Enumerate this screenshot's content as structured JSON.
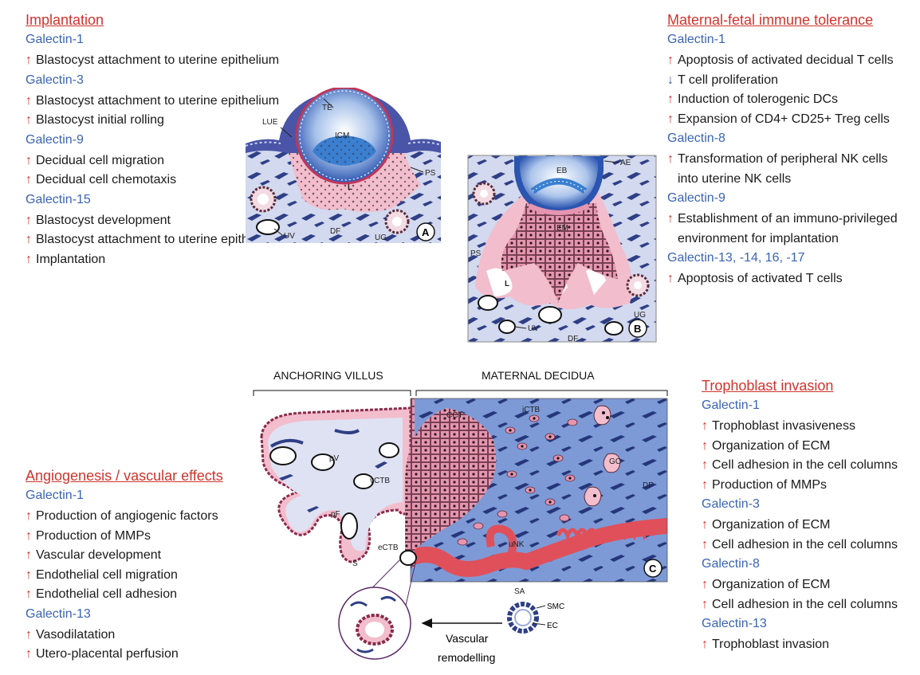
{
  "colors": {
    "title": "#d0342c",
    "galectin": "#3a64b4",
    "up_arrow": "#d0342c",
    "down_arrow": "#2f5dab",
    "tissue_blue": "#ced6ee",
    "decidua_blue": "#7d9ad6",
    "trophoblast_pink": "#e7a3b9",
    "artery_red": "#e0505a"
  },
  "implantation": {
    "title": "Implantation",
    "groups": [
      {
        "name": "Galectin-1",
        "items": [
          {
            "dir": "up",
            "text": "Blastocyst attachment to uterine epithelium"
          }
        ]
      },
      {
        "name": "Galectin-3",
        "items": [
          {
            "dir": "up",
            "text": "Blastocyst attachment to uterine epithelium"
          },
          {
            "dir": "up",
            "text": "Blastocyst initial rolling"
          }
        ]
      },
      {
        "name": "Galectin-9",
        "items": [
          {
            "dir": "up",
            "text": "Decidual cell migration"
          },
          {
            "dir": "up",
            "text": "Decidual cell chemotaxis"
          }
        ]
      },
      {
        "name": "Galectin-15",
        "items": [
          {
            "dir": "up",
            "text": "Blastocyst development"
          },
          {
            "dir": "up",
            "text": "Blastocyst attachment to uterine epithelium"
          },
          {
            "dir": "up",
            "text": "Implantation"
          }
        ]
      }
    ]
  },
  "tolerance": {
    "title": "Maternal-fetal immune tolerance",
    "groups": [
      {
        "name": "Galectin-1",
        "items": [
          {
            "dir": "up",
            "text": "Apoptosis of activated decidual T cells"
          },
          {
            "dir": "down",
            "text": "T cell proliferation"
          },
          {
            "dir": "up",
            "text": "Induction of tolerogenic DCs"
          },
          {
            "dir": "up",
            "text": "Expansion of CD4+ CD25+ Treg cells"
          }
        ]
      },
      {
        "name": "Galectin-8",
        "items": [
          {
            "dir": "up",
            "text": "Transformation of peripheral NK cells",
            "cont": "into uterine NK cells"
          }
        ]
      },
      {
        "name": "Galectin-9",
        "items": [
          {
            "dir": "up",
            "text": "Establishment of an immuno-privileged",
            "cont": "environment for implantation"
          }
        ]
      },
      {
        "name": "Galectin-13, -14, 16, -17",
        "items": [
          {
            "dir": "up",
            "text": "Apoptosis of activated T cells"
          }
        ]
      }
    ]
  },
  "angiogenesis": {
    "title": "Angiogenesis / vascular effects",
    "groups": [
      {
        "name": "Galectin-1",
        "items": [
          {
            "dir": "up",
            "text": "Production of angiogenic factors"
          },
          {
            "dir": "up",
            "text": "Production of MMPs"
          },
          {
            "dir": "up",
            "text": "Vascular development"
          },
          {
            "dir": "up",
            "text": "Endothelial cell migration"
          },
          {
            "dir": "up",
            "text": "Endothelial cell adhesion"
          }
        ]
      },
      {
        "name": "Galectin-13",
        "items": [
          {
            "dir": "up",
            "text": "Vasodilatation"
          },
          {
            "dir": "up",
            "text": "Utero-placental perfusion"
          }
        ]
      }
    ]
  },
  "trophoblast": {
    "title": "Trophoblast invasion",
    "groups": [
      {
        "name": "Galectin-1",
        "items": [
          {
            "dir": "up",
            "text": "Trophoblast invasiveness"
          },
          {
            "dir": "up",
            "text": "Organization of ECM"
          },
          {
            "dir": "up",
            "text": "Cell adhesion in the cell columns"
          },
          {
            "dir": "up",
            "text": "Production of MMPs"
          }
        ]
      },
      {
        "name": "Galectin-3",
        "items": [
          {
            "dir": "up",
            "text": "Organization of ECM"
          },
          {
            "dir": "up",
            "text": "Cell adhesion in the cell columns"
          }
        ]
      },
      {
        "name": "Galectin-8",
        "items": [
          {
            "dir": "up",
            "text": "Organization of ECM"
          },
          {
            "dir": "up",
            "text": "Cell adhesion in the cell columns"
          }
        ]
      },
      {
        "name": "Galectin-13",
        "items": [
          {
            "dir": "up",
            "text": "Trophoblast invasion"
          }
        ]
      }
    ]
  },
  "arrows": {
    "up": "↑",
    "down": "↓"
  },
  "diagram_a": {
    "badge": "A",
    "labels": {
      "lue": "LUE",
      "te": "TE",
      "icm": "ICM",
      "l": "L",
      "ps": "PS",
      "uv": "UV",
      "df": "DF",
      "ug": "UG"
    }
  },
  "diagram_b": {
    "badge": "B",
    "labels": {
      "ae": "AE",
      "eb": "EB",
      "em": "EM",
      "ps": "PS",
      "l": "L",
      "ug": "UG",
      "uv": "UV",
      "df": "DF"
    }
  },
  "diagram_c": {
    "badge": "C",
    "header_left": "ANCHORING VILLUS",
    "header_right": "MATERNAL DECIDUA",
    "labels": {
      "cct": "CCT",
      "ictb": "iCTB",
      "gc": "GC",
      "df": "DF",
      "pv": "pV",
      "vctb": "vCTB",
      "pf": "pF",
      "s": "S",
      "ectb": "eCTB",
      "unk": "uNK",
      "sa": "SA",
      "smc": "SMC",
      "ec": "EC"
    },
    "remodel_line1": "Vascular",
    "remodel_line2": "remodelling"
  }
}
